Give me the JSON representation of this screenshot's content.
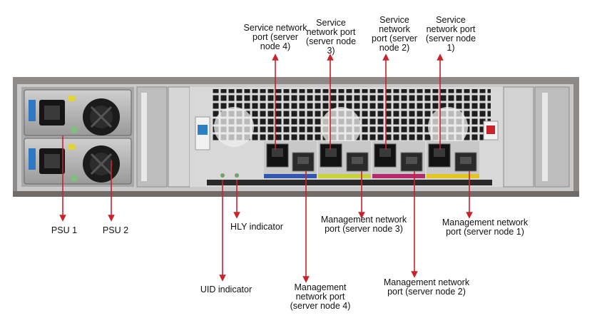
{
  "labels": {
    "service_node4": "Service network\nport (server\nnode 4)",
    "service_node3": "Service\nnetwork port\n(server node\n3)",
    "service_node2": "Service\nnetwork\nport (server\nnode 2)",
    "service_node1": "Service\nnetwork port\n(server node\n1)",
    "psu1": "PSU 1",
    "psu2": "PSU 2",
    "hly_indicator": "HLY indicator",
    "uid_indicator": "UID indicator",
    "mgmt_node3": "Management network\nport (server node 3)",
    "mgmt_node1": "Management network\nport (server node 1)",
    "mgmt_node4": "Management\nnetwork port\n(server node 4)",
    "mgmt_node2": "Management network\nport (server node 2)"
  },
  "colors": {
    "callout": "#c8242b",
    "node4_strip": "#2f56b0",
    "node3_strip": "#c9d23a",
    "node2_strip": "#b52a6a",
    "node1_strip": "#e3c51f",
    "chassis": "#8e8a88"
  }
}
